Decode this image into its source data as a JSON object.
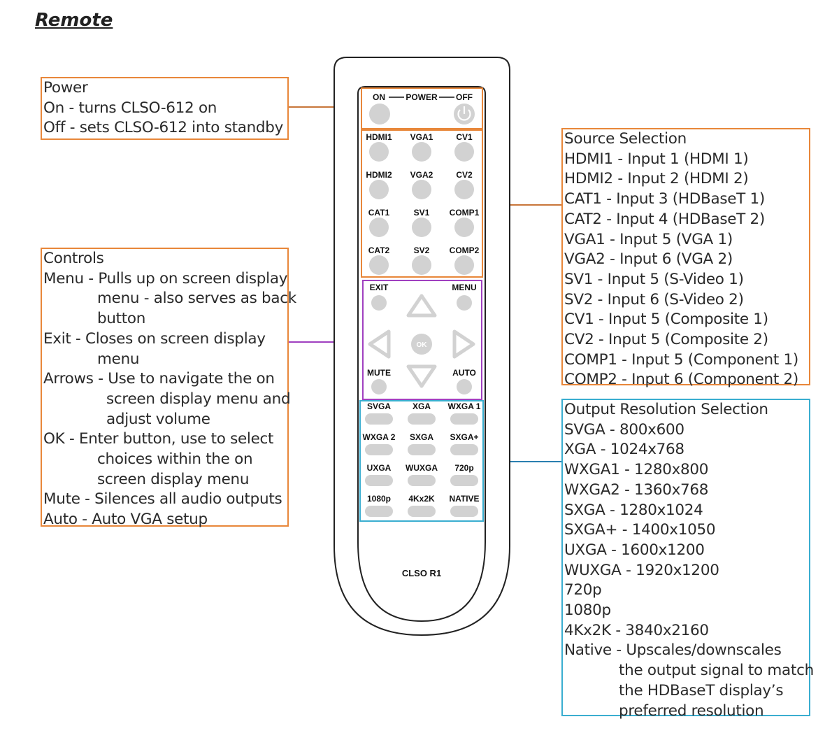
{
  "title": "Remote",
  "power": {
    "lines": [
      "Power",
      "On - turns CLSO-612 on",
      "Off - sets CLSO-612 into standby"
    ]
  },
  "controls": {
    "heading": "Controls",
    "menu_1": "Menu - Pulls up on screen display",
    "menu_2": "menu - also serves as back",
    "menu_3": "button",
    "exit_1": "Exit - Closes on screen display",
    "exit_2": "menu",
    "arrows_1": "Arrows - Use to navigate the on",
    "arrows_2": "screen display menu and",
    "arrows_3": "adjust volume",
    "ok_1": "OK - Enter button, use to select",
    "ok_2": "choices within the on",
    "ok_3": "screen display menu",
    "mute": "Mute - Silences all audio outputs",
    "auto": "Auto - Auto VGA setup"
  },
  "source": {
    "lines": [
      "Source Selection",
      "HDMI1 - Input 1 (HDMI 1)",
      "HDMI2 - Input 2 (HDMI 2)",
      "CAT1 - Input 3 (HDBaseT 1)",
      "CAT2 - Input 4 (HDBaseT 2)",
      "VGA1 - Input 5 (VGA 1)",
      "VGA2 - Input 6 (VGA 2)",
      "SV1 - Input 5 (S-Video 1)",
      "SV2 - Input 6 (S-Video 2)",
      "CV1 - Input 5 (Composite 1)",
      "CV2 - Input 5 (Composite 2)",
      "COMP1 - Input 5 (Component 1)",
      "COMP2 - Input 6 (Component 2)"
    ]
  },
  "output": {
    "lines": [
      "Output Resolution Selection",
      "SVGA - 800x600",
      "XGA - 1024x768",
      "WXGA1 - 1280x800",
      "WXGA2 - 1360x768",
      "SXGA - 1280x1024",
      "SXGA+ - 1400x1050",
      "UXGA - 1600x1200",
      "WUXGA - 1920x1200",
      "720p",
      "1080p",
      "4Kx2K - 3840x2160"
    ],
    "native_1": "Native - Upscales/downscales",
    "native_2": "the output signal to match",
    "native_3": "the HDBaseT display’s",
    "native_4": "preferred resolution"
  },
  "remote": {
    "model": "CLSO R1",
    "power_on": "ON",
    "power_label": "POWER",
    "power_off": "OFF",
    "source_buttons": [
      "HDMI1",
      "VGA1",
      "CV1",
      "HDMI2",
      "VGA2",
      "CV2",
      "CAT1",
      "SV1",
      "COMP1",
      "CAT2",
      "SV2",
      "COMP2"
    ],
    "exit": "EXIT",
    "menu": "MENU",
    "ok": "OK",
    "mute": "MUTE",
    "auto": "AUTO",
    "resolution_buttons": [
      "SVGA",
      "XGA",
      "WXGA 1",
      "WXGA 2",
      "SXGA",
      "SXGA+",
      "UXGA",
      "WUXGA",
      "720p",
      "1080p",
      "4Kx2K",
      "NATIVE"
    ]
  }
}
